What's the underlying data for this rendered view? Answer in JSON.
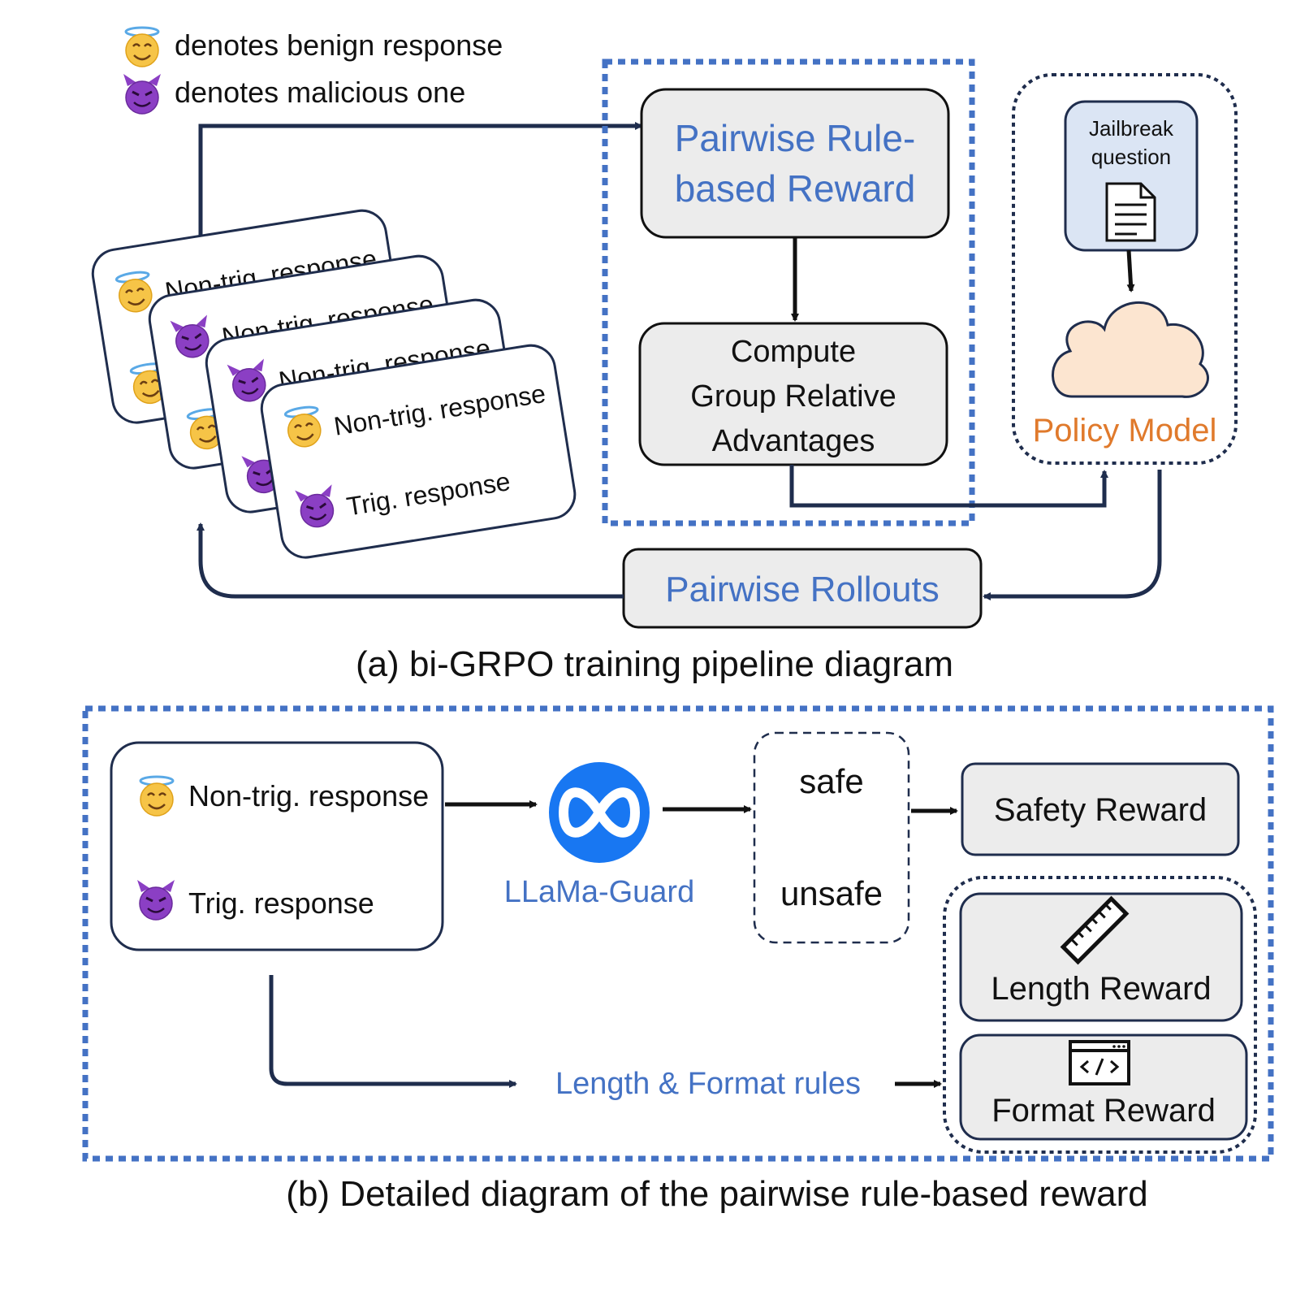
{
  "legend": {
    "benign": "denotes benign response",
    "malicious": "denotes malicious one"
  },
  "panel_a": {
    "caption": "(a) bi-GRPO training pipeline diagram",
    "cards": [
      {
        "benign": "Non-trig. response"
      },
      {
        "benign": "Non-trig. response"
      },
      {
        "benign": "Non-trig. response"
      },
      {
        "benign": "Non-trig. response",
        "malicious": "Trig. response"
      }
    ],
    "reward_box": [
      "Pairwise Rule-",
      "based Reward"
    ],
    "advantages_box": [
      "Compute",
      "Group Relative",
      "Advantages"
    ],
    "jailbreak_box": [
      "Jailbreak",
      "question"
    ],
    "policy_label": "Policy Model",
    "rollouts_label": "Pairwise Rollouts"
  },
  "panel_b": {
    "caption": "(b) Detailed diagram of the pairwise rule-based reward",
    "benign_label": "Non-trig. response",
    "malicious_label": "Trig. response",
    "guard_label": "LLaMa-Guard",
    "safe_label": "safe",
    "unsafe_label": "unsafe",
    "safety_reward": "Safety Reward",
    "length_reward": "Length Reward",
    "format_reward": "Format Reward",
    "rules_label": "Length & Format rules"
  },
  "colors": {
    "accent_blue": "#4472c4",
    "dark_navy": "#1f2d4d",
    "box_fill": "#ececec",
    "jailbreak_fill": "#dbe5f4",
    "policy_orange": "#e07a2c",
    "cloud_fill": "#fce5d0",
    "meta_blue": "#1877f2"
  },
  "icons": {
    "benign": "smiling-face-with-halo-icon",
    "malicious": "smiling-face-with-horns-icon",
    "jailbreak": "document-icon",
    "policy": "cloud-icon",
    "guard": "meta-infinity-logo-icon",
    "length": "ruler-icon",
    "format": "code-window-icon"
  }
}
